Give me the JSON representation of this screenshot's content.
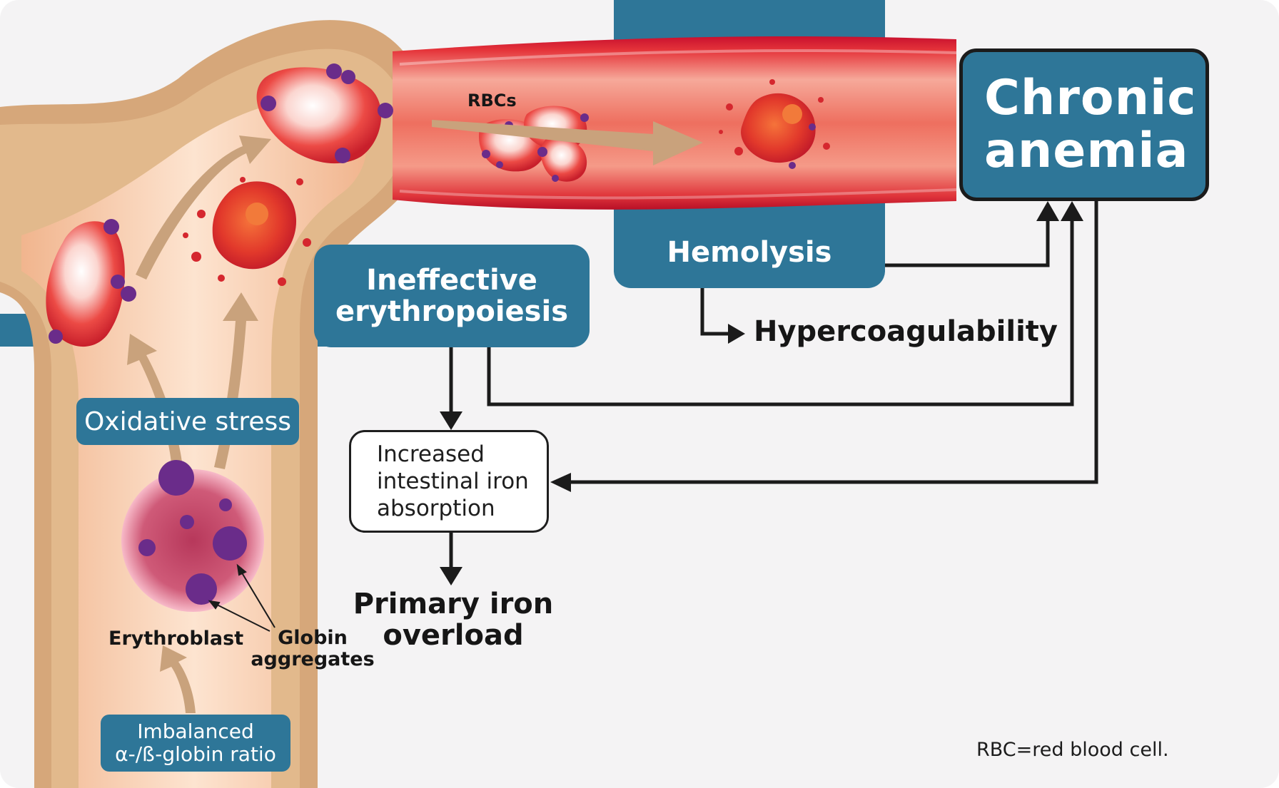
{
  "title": "Chronic anemia",
  "boxes": {
    "hemolysis": "Hemolysis",
    "ineffective_line1": "Ineffective",
    "ineffective_line2": "erythropoiesis",
    "oxidative": "Oxidative stress",
    "imbalanced_line1": "Imbalanced",
    "imbalanced_line2": "α-/ß-globin ratio",
    "absorption_line1": "Increased",
    "absorption_line2": "intestinal iron",
    "absorption_line3": "absorption"
  },
  "labels": {
    "hypercoagulability": "Hypercoagulability",
    "primary_line1": "Primary iron",
    "primary_line2": "overload",
    "rbcs": "RBCs",
    "erythroblast": "Erythroblast",
    "globin_line1": "Globin",
    "globin_line2": "aggregates"
  },
  "footnote": "RBC=red blood cell.",
  "colors": {
    "teal": "#2e7698",
    "bone": "#d6a77a",
    "vessel_red": "#d4232a",
    "cell_red": "#e83a3f",
    "aggregate_purple": "#6a2c8a",
    "arrow_tan": "#c9a27c",
    "ink": "#1b1b1b",
    "background": "#f4f3f4"
  }
}
